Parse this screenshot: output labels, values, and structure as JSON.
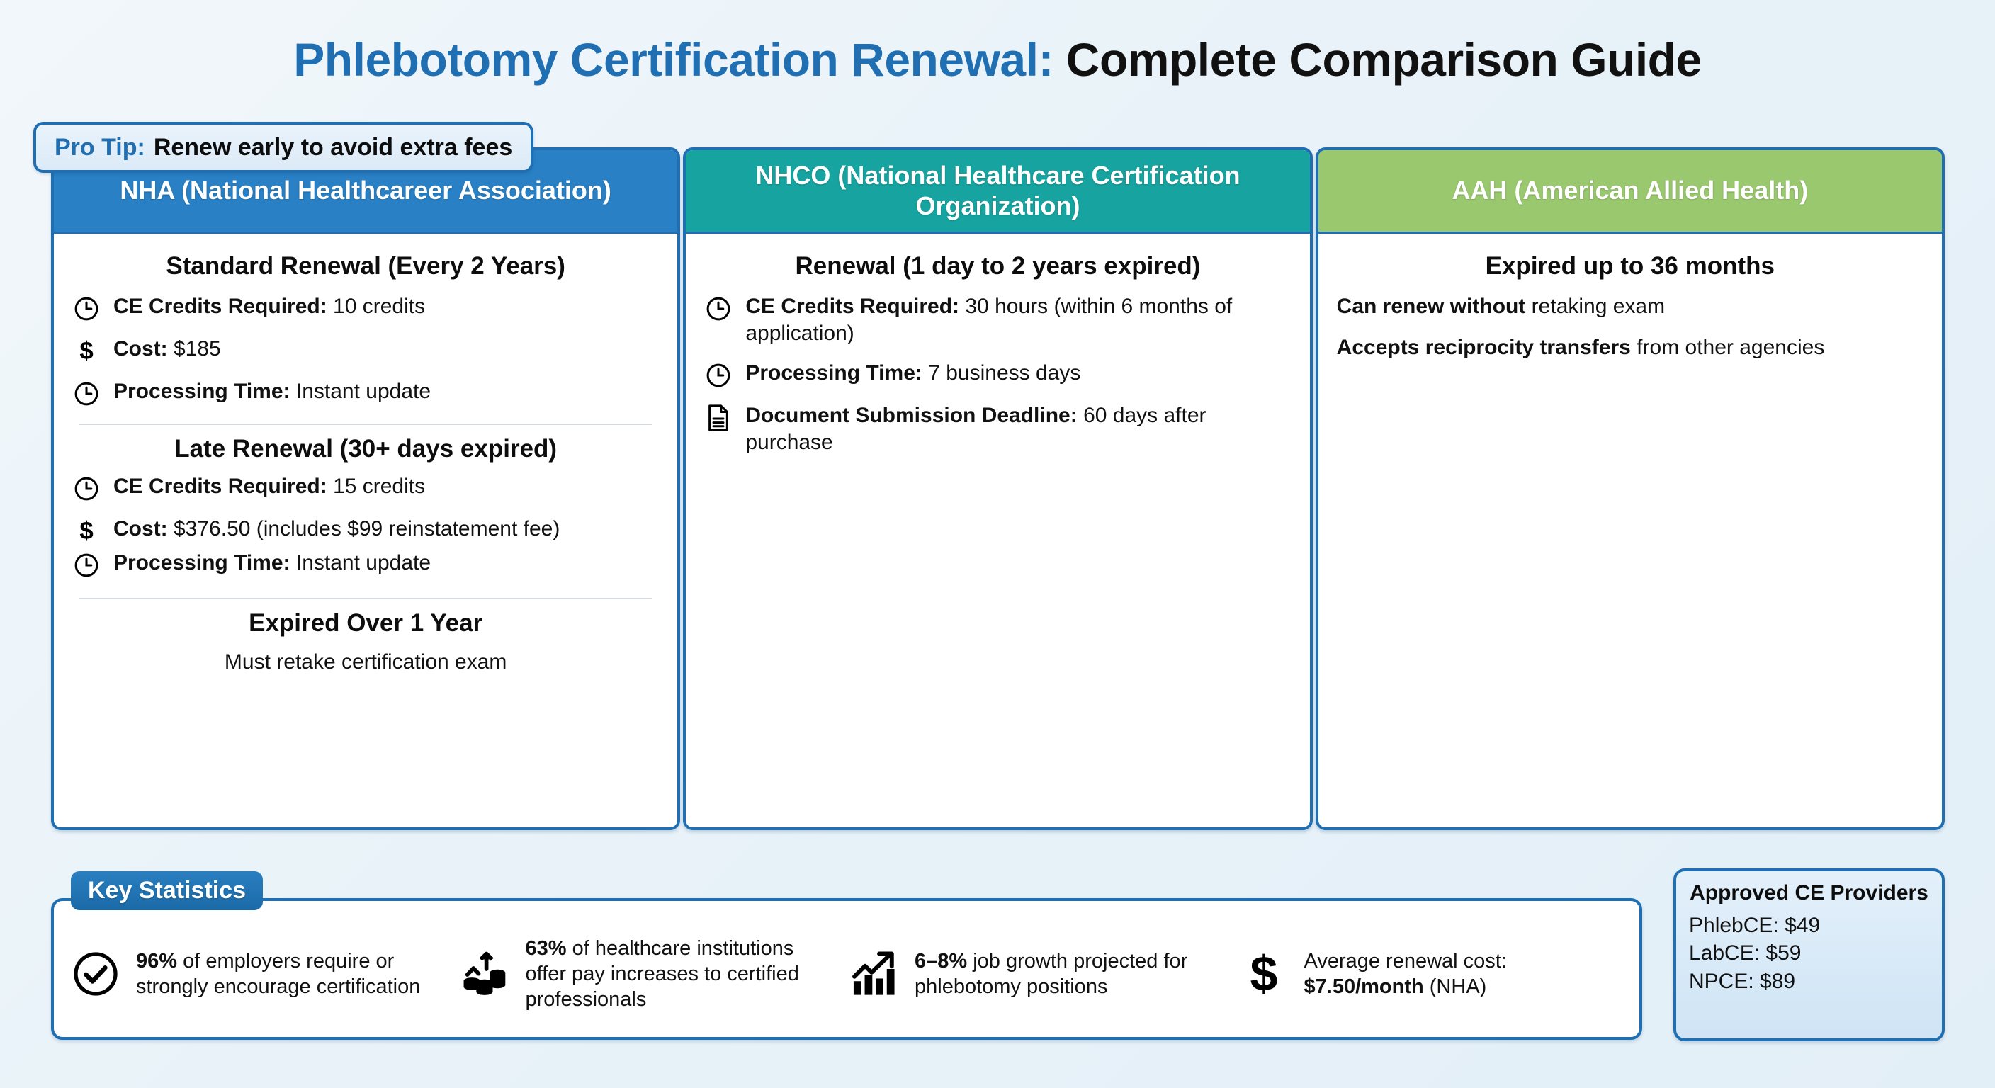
{
  "title": {
    "accent": "Phlebotomy Certification Renewal:",
    "rest": " Complete Comparison Guide"
  },
  "pro_tip": {
    "label": "Pro Tip:",
    "text": "Renew early to avoid extra fees"
  },
  "colors": {
    "brand_blue": "#1f6fb2",
    "nha_header": "#2980c4",
    "nhco_header": "#17a4a0",
    "aah_header": "#9ac86e",
    "page_bg": "#eef5fa",
    "divider": "#d4d9dd"
  },
  "columns": [
    {
      "header": "NHA (National Healthcareer Association)",
      "header_color": "#2980c4",
      "sections": [
        {
          "title": "Standard Renewal (Every 2 Years)",
          "items": [
            {
              "icon": "clock-icon",
              "label": "CE Credits Required:",
              "value": " 10 credits"
            },
            {
              "icon": "dollar-icon",
              "label": "Cost:",
              "value": " $185"
            },
            {
              "icon": "clock-icon",
              "label": "Processing Time:",
              "value": " Instant update"
            }
          ]
        },
        {
          "title": "Late Renewal (30+ days expired)",
          "items": [
            {
              "icon": "clock-icon",
              "label": "CE Credits Required:",
              "value": " 15 credits"
            },
            {
              "icon": "dollar-icon",
              "label": "Cost:",
              "value": " $376.50 (includes $99 reinstatement fee)"
            },
            {
              "icon": "clock-icon",
              "label": "Processing Time:",
              "value": " Instant update"
            }
          ]
        },
        {
          "title": "Expired Over 1 Year",
          "note": "Must retake certification exam",
          "items": []
        }
      ]
    },
    {
      "header": "NHCO (National Healthcare Certification Organization)",
      "header_color": "#17a4a0",
      "sections": [
        {
          "title": "Renewal (1 day to 2 years expired)",
          "items": [
            {
              "icon": "clock-icon",
              "label": "CE Credits Required:",
              "value": " 30 hours (within 6 months of application)"
            },
            {
              "icon": "clock-icon",
              "label": "Processing Time:",
              "value": " 7 business days"
            },
            {
              "icon": "document-icon",
              "label": "Document Submission Deadline:",
              "value": " 60 days after purchase"
            }
          ]
        }
      ]
    },
    {
      "header": "AAH (American Allied Health)",
      "header_color": "#9ac86e",
      "sections": [
        {
          "title": "Expired up to 36 months",
          "lines": [
            {
              "label": "Can renew without",
              "value": " retaking exam"
            },
            {
              "label": "Accepts reciprocity transfers",
              "value": " from other agencies"
            }
          ],
          "items": []
        }
      ]
    }
  ],
  "key_statistics": {
    "badge": "Key Statistics",
    "stats": [
      {
        "icon": "check-circle-icon",
        "highlight": "96%",
        "text": " of employers require or strongly encourage certification"
      },
      {
        "icon": "coins-up-icon",
        "highlight": "63%",
        "text": " of healthcare institutions offer pay increases to certified professionals"
      },
      {
        "icon": "growth-chart-icon",
        "highlight": "6–8%",
        "text": " job growth projected for phlebotomy positions"
      },
      {
        "icon": "dollar-icon",
        "prefix": "Average renewal cost: ",
        "highlight": "$7.50/month",
        "text": " (NHA)"
      }
    ]
  },
  "ce_providers": {
    "title": "Approved CE Providers",
    "items": [
      "PhlebCE: $49",
      "LabCE: $59",
      "NPCE: $89"
    ]
  }
}
